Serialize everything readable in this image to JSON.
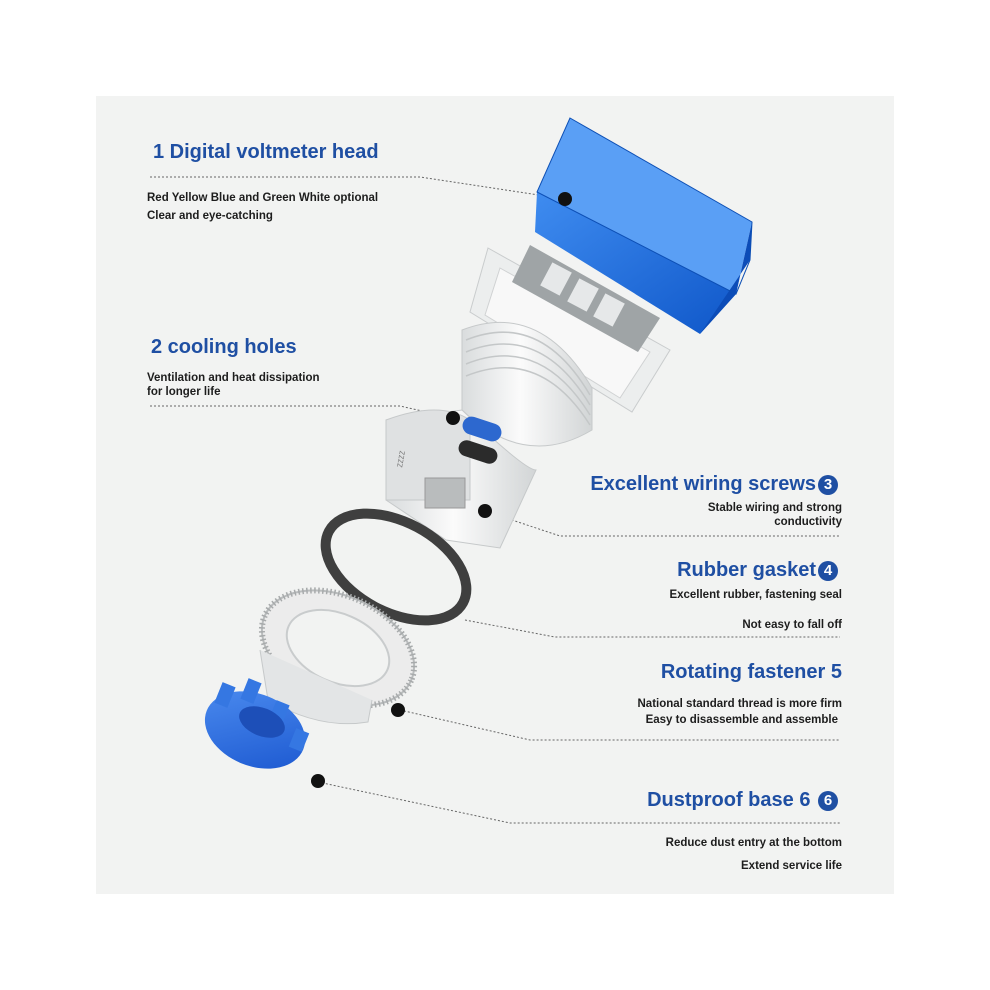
{
  "colors": {
    "title": "#1f4fa3",
    "background": "#f2f3f2",
    "cap": "#1e6fd6",
    "base": "#2a67d8"
  },
  "labels": [
    {
      "id": "head",
      "title": "1 Digital voltmeter head",
      "badge": "",
      "lines": [
        "Red Yellow Blue and Green White optional",
        "Clear and eye-catching"
      ]
    },
    {
      "id": "holes",
      "title": "2 cooling holes",
      "badge": "",
      "lines": [
        "Ventilation and heat dissipation",
        "for longer life"
      ]
    },
    {
      "id": "screws",
      "title": "Excellent wiring screws",
      "badge": "3",
      "lines": [
        "Stable wiring and strong",
        "conductivity"
      ]
    },
    {
      "id": "gasket",
      "title": "Rubber gasket",
      "badge": "4",
      "lines": [
        "Excellent rubber, fastening seal",
        "Not easy to fall off"
      ]
    },
    {
      "id": "fastener",
      "title": "Rotating fastener 5",
      "badge": "",
      "lines": [
        "National standard thread is more firm",
        "Easy to disassemble and assemble"
      ]
    },
    {
      "id": "base",
      "title": "Dustproof base 6",
      "badge": "6",
      "lines": [
        "Reduce dust entry at the bottom",
        "Extend service life"
      ]
    }
  ]
}
